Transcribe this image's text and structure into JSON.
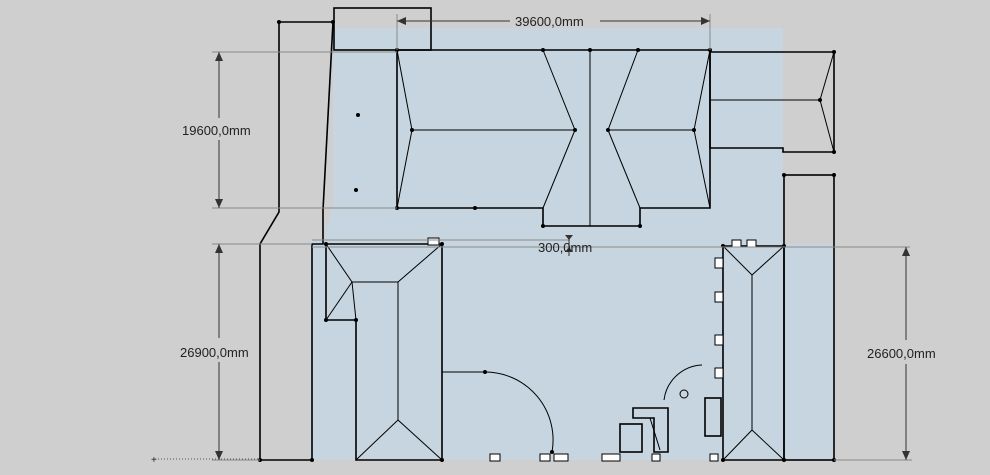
{
  "colors": {
    "background": "#cfcfcf",
    "floor": "#c6d5df",
    "roof_face": "#b8c4cd",
    "roof_face_alt": "#aab6bf",
    "wall_top": "#ffffff",
    "edge": "#000000"
  },
  "dimensions": {
    "top_width": "39600,0mm",
    "upper_height": "19600,0mm",
    "gap": "300,0mm",
    "left_height": "26900,0mm",
    "right_height": "26600,0mm"
  }
}
